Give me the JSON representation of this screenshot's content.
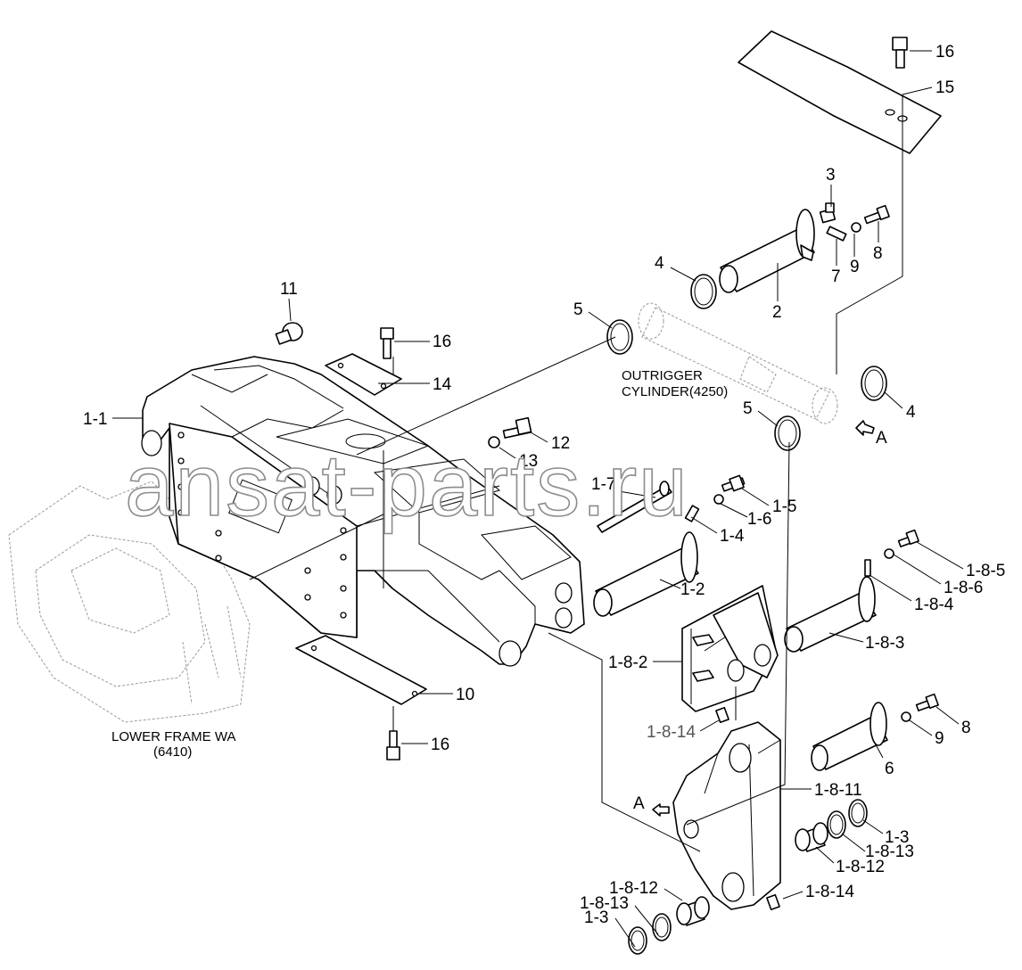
{
  "diagram": {
    "notes": {
      "outrigger_cylinder": [
        "OUTRIGGER",
        "CYLINDER(4250)"
      ],
      "lower_frame": [
        "LOWER FRAME WA",
        "(6410)"
      ],
      "arrow_a_top": "A",
      "arrow_a_bottom": "A"
    },
    "callouts": {
      "c16_top": "16",
      "c15": "15",
      "c3": "3",
      "c8_top": "8",
      "c9_top": "9",
      "c7": "7",
      "c2": "2",
      "c4_top": "4",
      "c5_top": "5",
      "c11": "11",
      "c16_mid": "16",
      "c14": "14",
      "c1_1": "1-1",
      "c12": "12",
      "c13": "13",
      "c1_7": "1-7",
      "c1_6": "1-6",
      "c1_5": "1-5",
      "c1_4": "1-4",
      "c5_mid": "5",
      "c4_mid": "4",
      "c1_2": "1-2",
      "c1_8_5": "1-8-5",
      "c1_8_6": "1-8-6",
      "c1_8_4": "1-8-4",
      "c1_8_3": "1-8-3",
      "c1_8_2": "1-8-2",
      "c10": "10",
      "c16_bot": "16",
      "c1_8_14_top": "1-8-14",
      "c8_bot": "8",
      "c9_bot": "9",
      "c6": "6",
      "c1_8_11": "1-8-11",
      "c1_3_right": "1-3",
      "c1_8_13_right": "1-8-13",
      "c1_8_12_right": "1-8-12",
      "c1_8_12_left": "1-8-12",
      "c1_8_13_left": "1-8-13",
      "c1_3_left": "1-3",
      "c1_8_14_bot": "1-8-14"
    },
    "watermark": "ansat-parts.ru"
  }
}
